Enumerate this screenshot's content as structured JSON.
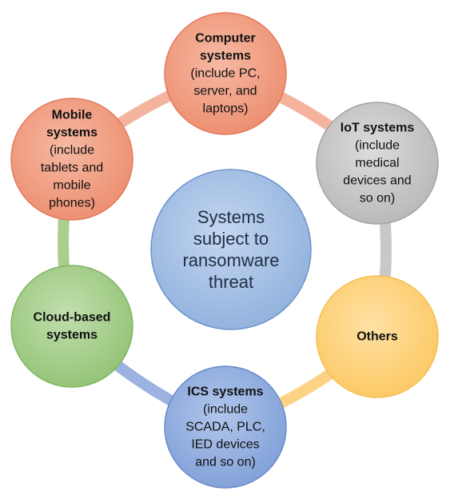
{
  "center": {
    "lines": [
      "Systems",
      "subject to",
      "ransomware",
      "threat"
    ]
  },
  "nodes": [
    {
      "id": "computer",
      "title": [
        "Computer",
        "systems"
      ],
      "detail": [
        "(include PC,",
        "server, and",
        "laptops)"
      ],
      "fill": "#f0a085",
      "stroke": "#e37a5c"
    },
    {
      "id": "iot",
      "title": [
        "IoT systems"
      ],
      "detail": [
        "(include",
        "medical",
        "devices and",
        "so on)"
      ],
      "fill": "#c9c9c9",
      "stroke": "#a3a3a3"
    },
    {
      "id": "others",
      "title": [
        "Others"
      ],
      "detail": [],
      "fill": "#fdd27a",
      "stroke": "#f4be4e"
    },
    {
      "id": "ics",
      "title": [
        "ICS systems"
      ],
      "detail": [
        "(include",
        "SCADA, PLC,",
        "IED devices",
        "and so on)"
      ],
      "fill": "#95b0e0",
      "stroke": "#6a8acb"
    },
    {
      "id": "cloud",
      "title": [
        "Cloud-based",
        "systems"
      ],
      "detail": [],
      "fill": "#a8d08d",
      "stroke": "#7fb562"
    },
    {
      "id": "mobile",
      "title": [
        "Mobile",
        "systems"
      ],
      "detail": [
        "(include",
        "tablets and",
        "mobile",
        "phones)"
      ],
      "fill": "#f0a085",
      "stroke": "#e37a5c"
    }
  ],
  "ring_colors": [
    "#f4b39d",
    "#c8c8c8",
    "#fcd285",
    "#9db2e0",
    "#a9cf8e",
    "#f4b39d"
  ],
  "center_colors": {
    "fill": "#a8c4e6",
    "stroke": "#6d93c8"
  }
}
